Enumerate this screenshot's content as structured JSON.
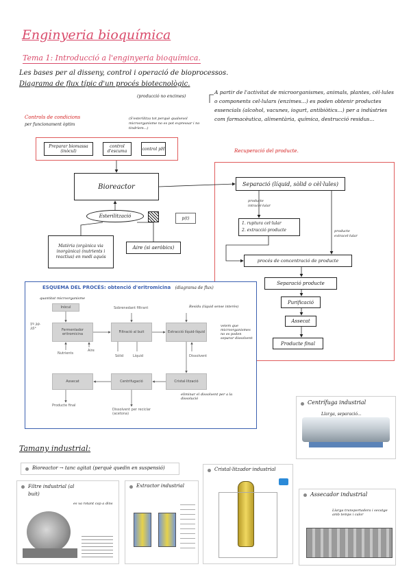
{
  "header": {
    "title": "Enginyeria bioquímica",
    "subtitle": "Tema 1: Introducció a l'enginyeria bioquímica."
  },
  "intro": {
    "line1": "Les bases per al disseny, control i operació de bioprocessos.",
    "line2": "Diagrama de flux típic d'un procés biotecnològic.",
    "note": "(producció no encimes)",
    "right_text": "A partir de l'activitat de microorganismes, animals, plantes, cèl·lules o components cel·lulars (enzimes...) es poden obtenir productes essencials (alcohol, vacunes, iogurt, antibiòtics...) per a indústries com farmacèutica, alimentària, química, destrucció residus..."
  },
  "flow": {
    "controls_label": "Controls de condicions",
    "controls_sub": "per funcionament òptim",
    "sterile_note": "(S'esterilitza tot perquè qualsevol microorganisme no es pot expressar i no tindríem...)",
    "preparation": "Preparar biomassa (inòcul)",
    "temp_control": "control d'escuma",
    "ph_control": "control pH",
    "bioreactor": "Bioreactor",
    "sterilization": "Esterilització",
    "raw_material": "Matèria (orgànica via inorgànica) (nutrients i reactius) en medi aquós",
    "air": "Aire (si aeròbics)",
    "pressure": "p(t)",
    "recovery_label": "Recuperació del producte.",
    "separation": "Separació (líquid, sòlid o cèl·lules)",
    "intracellular": "producte intracel·lular",
    "rupture1": "1. ruptura cel·lular",
    "rupture2": "2. extracció producte",
    "extracellular": "producte extracel·lular",
    "concentration": "procés de concentració de producte",
    "separation_product": "Separació producte",
    "purification": "Purificació",
    "assay": "Assecat",
    "final_product": "Producte final"
  },
  "erythro": {
    "title": "ESQUEMA DEL PROCÉS: obtenció d'eritromicina",
    "title_note": "(diagrama de flux)",
    "hand_top": "quantitat microorganisme",
    "inocul": "Inòcul",
    "supernadant": "Sobrenedant filtrant",
    "residu": "Residu (líquid sense interès)",
    "t_label": "Tª 30-35°",
    "fermentador": "Fermentador eritromicina",
    "filtracio": "Filtració al buit",
    "extraccio": "Extracció líquid-líquid",
    "nutrients": "Nutrients",
    "aire": "Aire",
    "solid": "Sòlid",
    "liquid": "Líquid",
    "dissolvent": "Dissolvent",
    "note_right": "veiem que microorganismes no es poden separar dissolvent",
    "assecat": "Assecat",
    "centrifugacio": "Centrifugació",
    "cristallitzacio": "Cristal·lització",
    "producte_final": "Producte final",
    "dissolvent_reciclar": "Dissolvent per reciclar (acetona)",
    "note_bottom": "eliminar el dissolvent per a la dissolució"
  },
  "centrifuge": {
    "label": "Centrífuga industrial",
    "note": "Llarga, separació..."
  },
  "industrial": {
    "title": "Tamany industrial:",
    "bioreactor_line": "Bioreactor → tanc agitat (perquè quedin en suspensió)",
    "filter": "Filtre industrial (al buit)",
    "filter_note": "es va rotant cap a dins",
    "extractor": "Extractor industrial",
    "crystallizer": "Cristal·litzador industrial",
    "dryer": "Assecador industrial",
    "dryer_note": "Llarga transportadora i secatge amb temps i calor"
  },
  "colors": {
    "pink": "#d94a6a",
    "red": "#d42020",
    "blue": "#3a5fb0"
  }
}
